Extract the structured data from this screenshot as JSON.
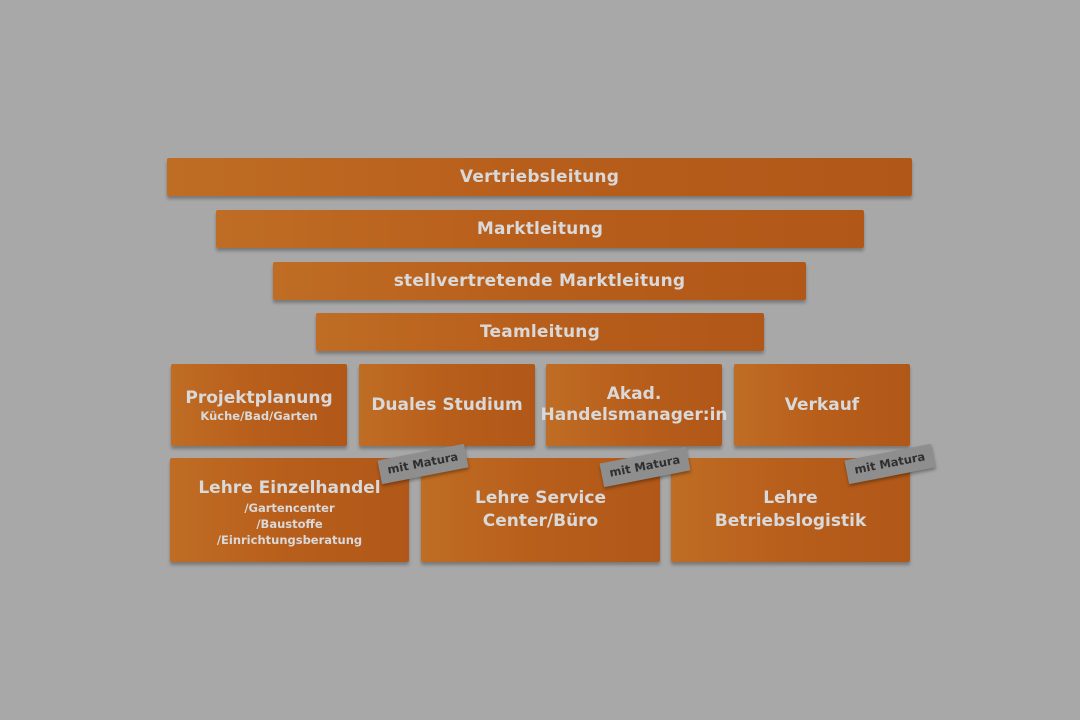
{
  "diagram": {
    "levels": [
      {
        "label": "Vertriebsleitung"
      },
      {
        "label": "Marktleitung"
      },
      {
        "label": "stellvertretende Marktleitung"
      },
      {
        "label": "Teamleitung"
      }
    ],
    "middle_row": [
      {
        "lines": [
          "Projektplanung"
        ],
        "sub_lines": [
          "Küche/Bad/Garten"
        ]
      },
      {
        "lines": [
          "Duales Studium"
        ],
        "sub_lines": []
      },
      {
        "lines": [
          "Akad.",
          "Handelsmanager:in"
        ],
        "sub_lines": []
      },
      {
        "lines": [
          "Verkauf"
        ],
        "sub_lines": []
      }
    ],
    "bottom_row": [
      {
        "lines": [
          "Lehre Einzelhandel"
        ],
        "sub_lines": [
          "/Gartencenter",
          "/Baustoffe",
          "/Einrichtungsberatung"
        ],
        "tag": "mit Matura"
      },
      {
        "lines": [
          "Lehre Service",
          "Center/Büro"
        ],
        "sub_lines": [],
        "tag": "mit Matura"
      },
      {
        "lines": [
          "Lehre",
          "Betriebslogistik"
        ],
        "sub_lines": [],
        "tag": "mit Matura"
      }
    ]
  },
  "colors": {
    "background": "#a8a8a8",
    "box": "#b85f1c",
    "text": "#d9d9d9",
    "tag": "#8e8e8e"
  }
}
